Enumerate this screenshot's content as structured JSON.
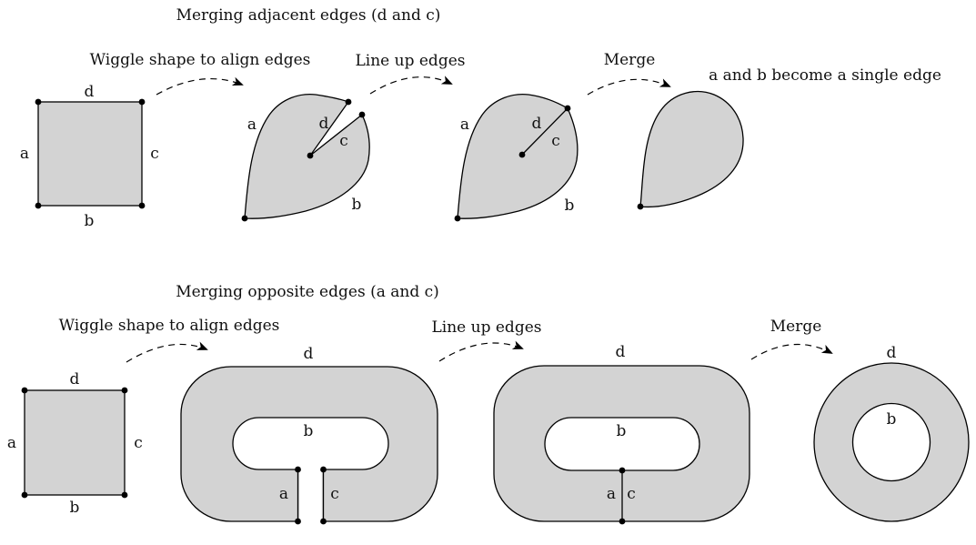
{
  "diagram": {
    "colors": {
      "shape_fill": "#d3d3d3",
      "hole_fill": "#ffffff",
      "line_color": "#000000",
      "background": "#ffffff"
    },
    "top": {
      "title": "Merging adjacent edges (d and c)",
      "step1_label": "Wiggle shape to align edges",
      "step2_label": "Line up edges",
      "step3_label": "Merge",
      "result_caption": "a and b become a single edge",
      "square": {
        "top": "d",
        "left": "a",
        "right": "c",
        "bottom": "b"
      },
      "wiggled_shape": {
        "outer_left": "a",
        "notch_left": "d",
        "notch_right": "c",
        "outer_right": "b"
      },
      "aligned_shape": {
        "outer_left": "a",
        "chord_upper": "d",
        "chord_lower": "c",
        "outer_right": "b"
      }
    },
    "bottom": {
      "title": "Merging opposite edges (a and c)",
      "step1_label": "Wiggle shape to align edges",
      "step2_label": "Line up edges",
      "step3_label": "Merge",
      "square": {
        "top": "d",
        "left": "a",
        "right": "c",
        "bottom": "b"
      },
      "wiggled_shape": {
        "outer": "d",
        "hole": "b",
        "slit_left": "a",
        "slit_right": "c"
      },
      "aligned_shape": {
        "outer": "d",
        "hole": "b",
        "seam_left": "a",
        "seam_right": "c"
      },
      "annulus": {
        "outer": "d",
        "hole": "b"
      }
    }
  }
}
